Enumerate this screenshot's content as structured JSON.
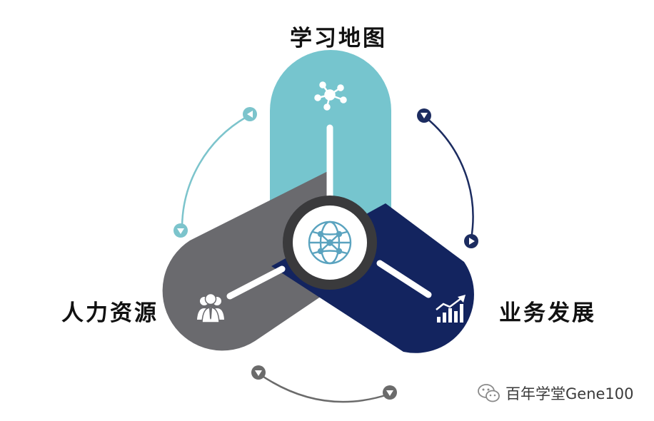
{
  "diagram": {
    "labels": {
      "top": "学习地图",
      "left": "人力资源",
      "right": "业务发展"
    },
    "watermark": "百年学堂Gene100",
    "colors": {
      "teal": "#76c5ce",
      "gray": "#6a6a6e",
      "navy": "#13245f",
      "center_ring": "#3a3a3c",
      "globe": "#5aa3bf",
      "arc_teal": "#7cc4cc",
      "arc_navy": "#1c2c60",
      "arc_gray": "#6b6b6b"
    },
    "icons": {
      "top": "network-icon",
      "left": "people-icon",
      "right": "growth-chart-icon",
      "center": "globe-icon",
      "watermark": "wechat-icon"
    }
  }
}
